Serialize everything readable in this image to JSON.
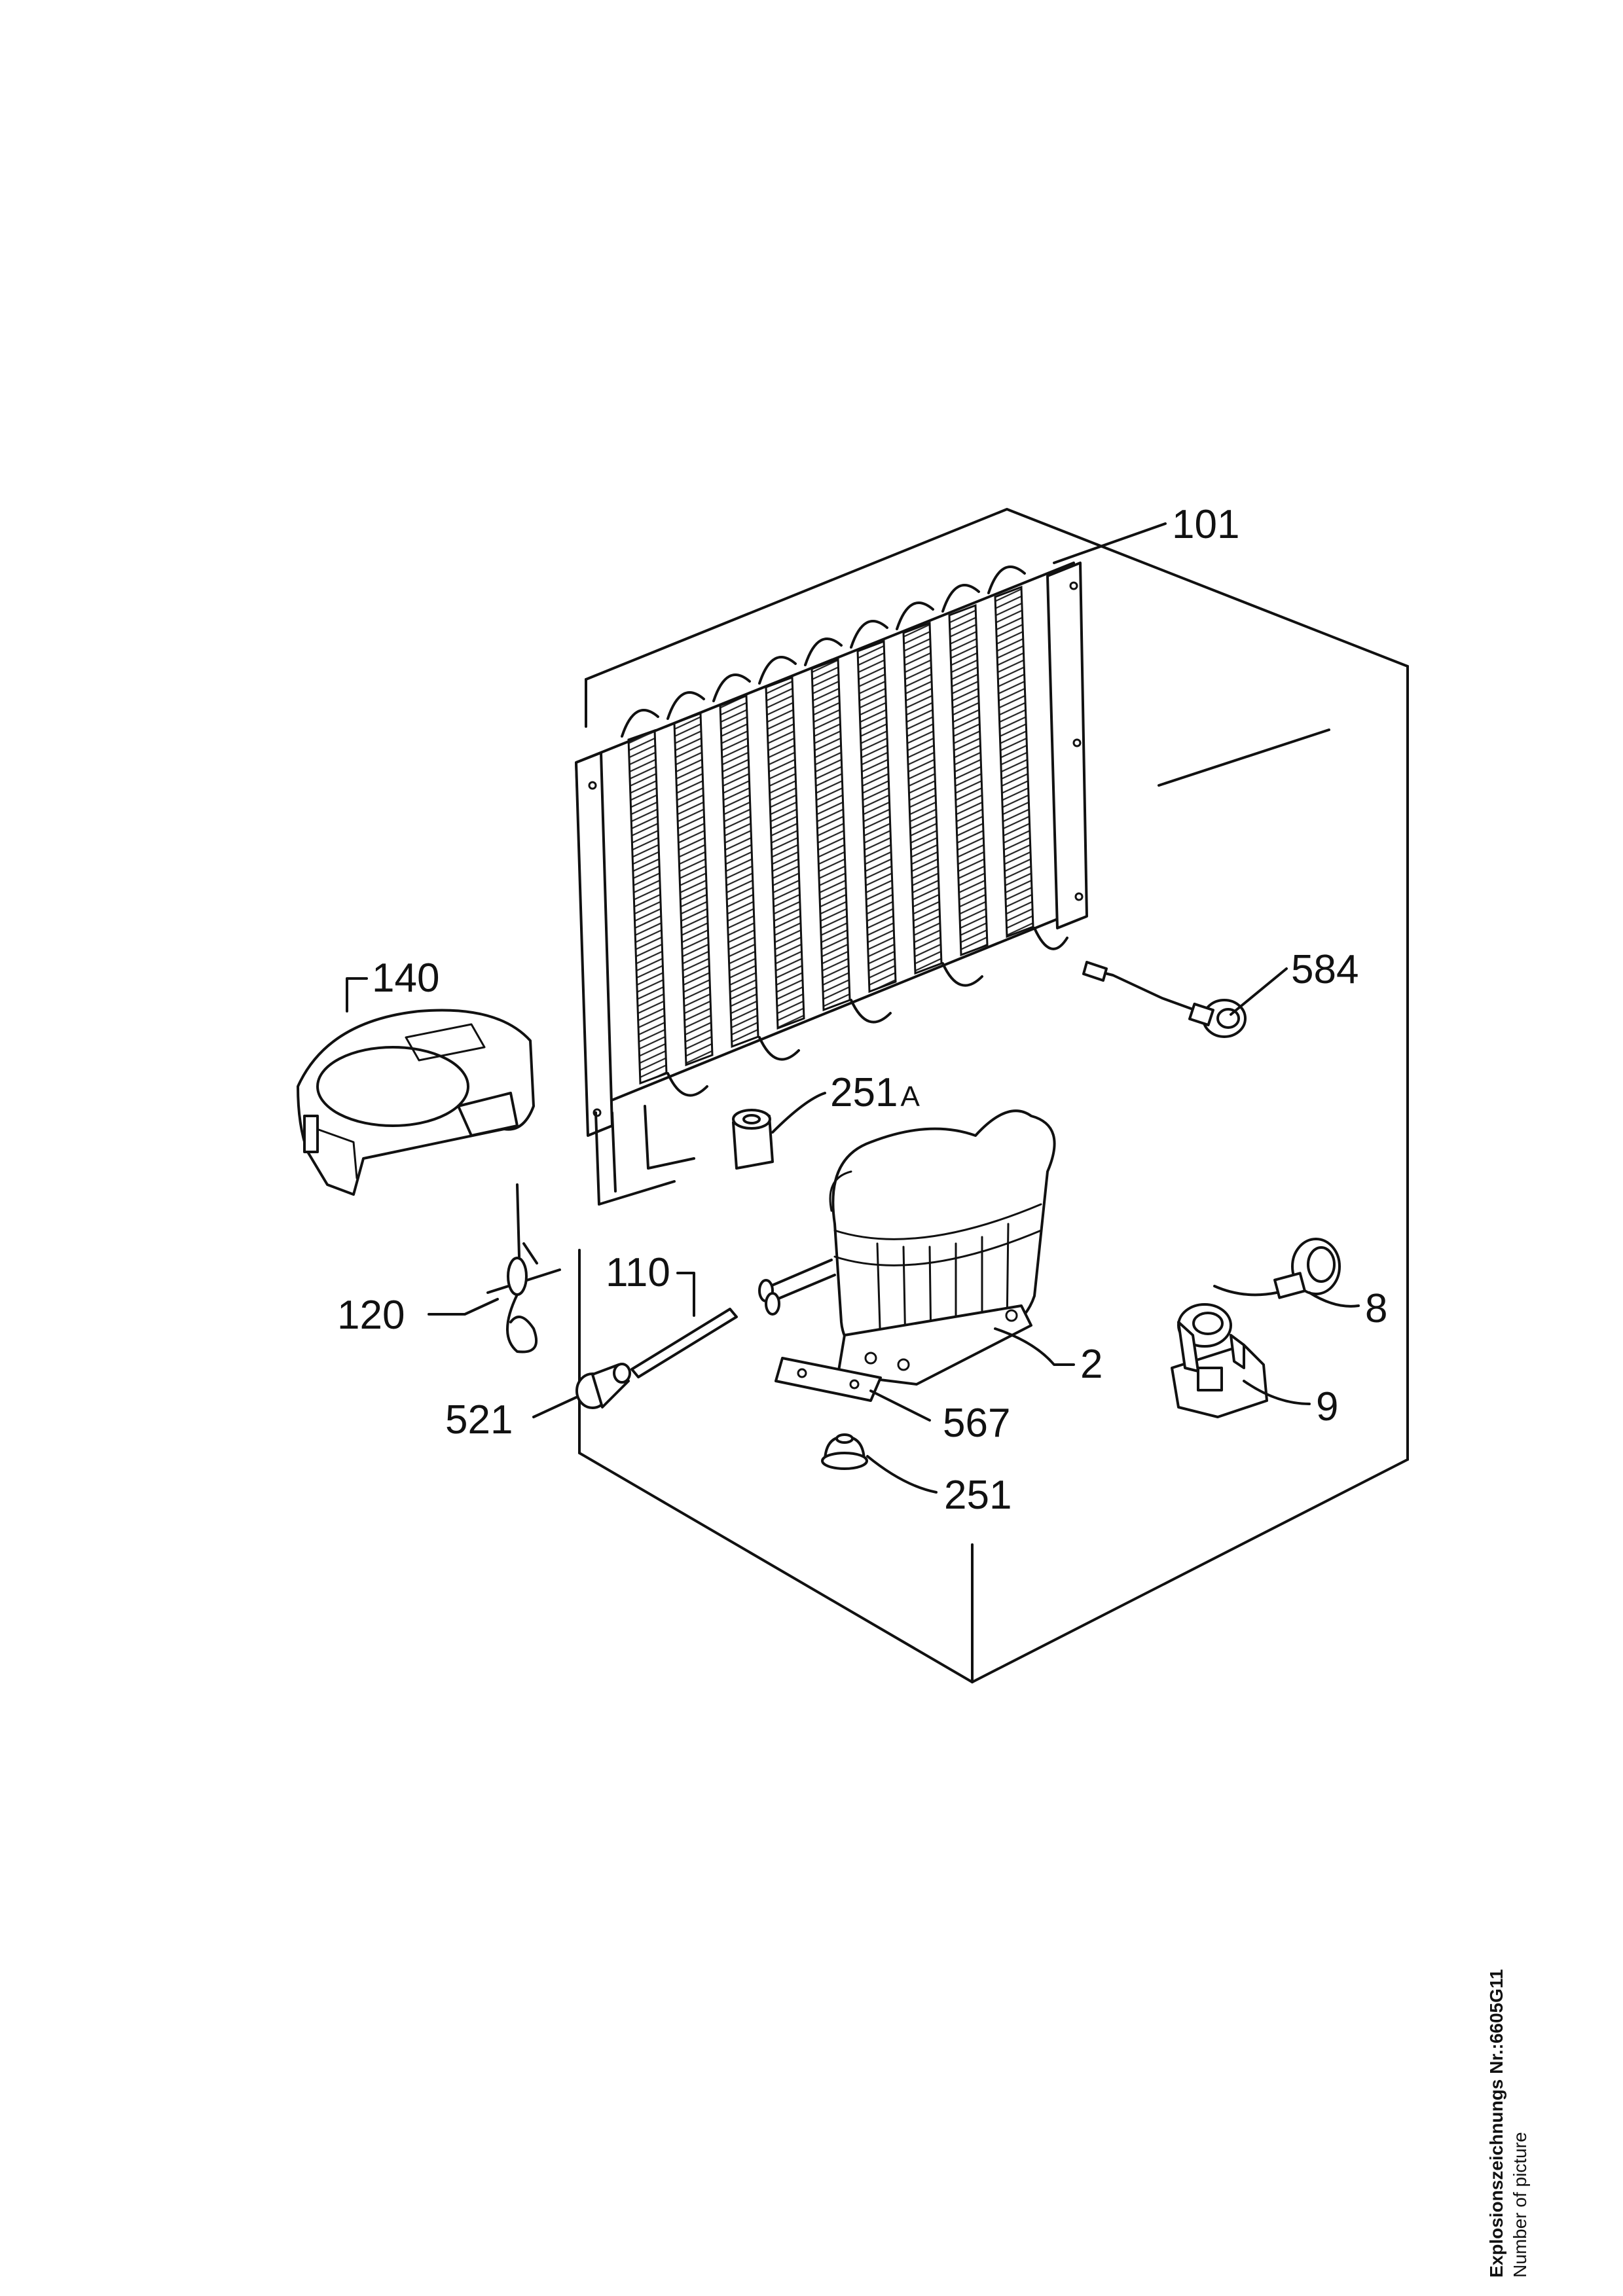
{
  "callouts": {
    "c101": "101",
    "c584": "584",
    "c140": "140",
    "c251A_num": "251",
    "c251A_suffix": "A",
    "c110": "110",
    "c120": "120",
    "c8": "8",
    "c2": "2",
    "c9": "9",
    "c521": "521",
    "c567": "567",
    "c251": "251"
  },
  "caption": {
    "title": "Explosionszeichnungs Nr.:6605G11",
    "subtitle": "Number of picture"
  }
}
